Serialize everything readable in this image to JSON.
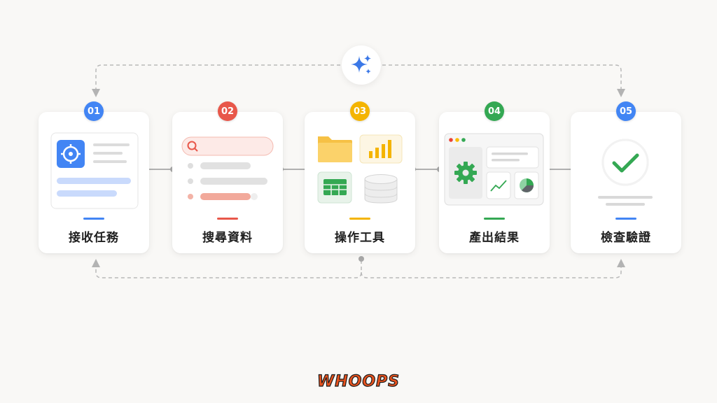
{
  "steps": [
    {
      "number": "01",
      "label": "接收任務",
      "color": "#4285f4"
    },
    {
      "number": "02",
      "label": "搜尋資料",
      "color": "#e8574a"
    },
    {
      "number": "03",
      "label": "操作工具",
      "color": "#f4b400"
    },
    {
      "number": "04",
      "label": "產出結果",
      "color": "#34a853"
    },
    {
      "number": "05",
      "label": "檢查驗證",
      "color": "#4285f4"
    }
  ],
  "center_icon": "sparkle-icon",
  "brand_logo": "WHOOPS",
  "colors": {
    "background": "#f9f8f6",
    "connector": "#b9b9b9",
    "blue": "#4285f4",
    "red": "#e8574a",
    "yellow": "#f4b400",
    "green": "#34a853"
  }
}
